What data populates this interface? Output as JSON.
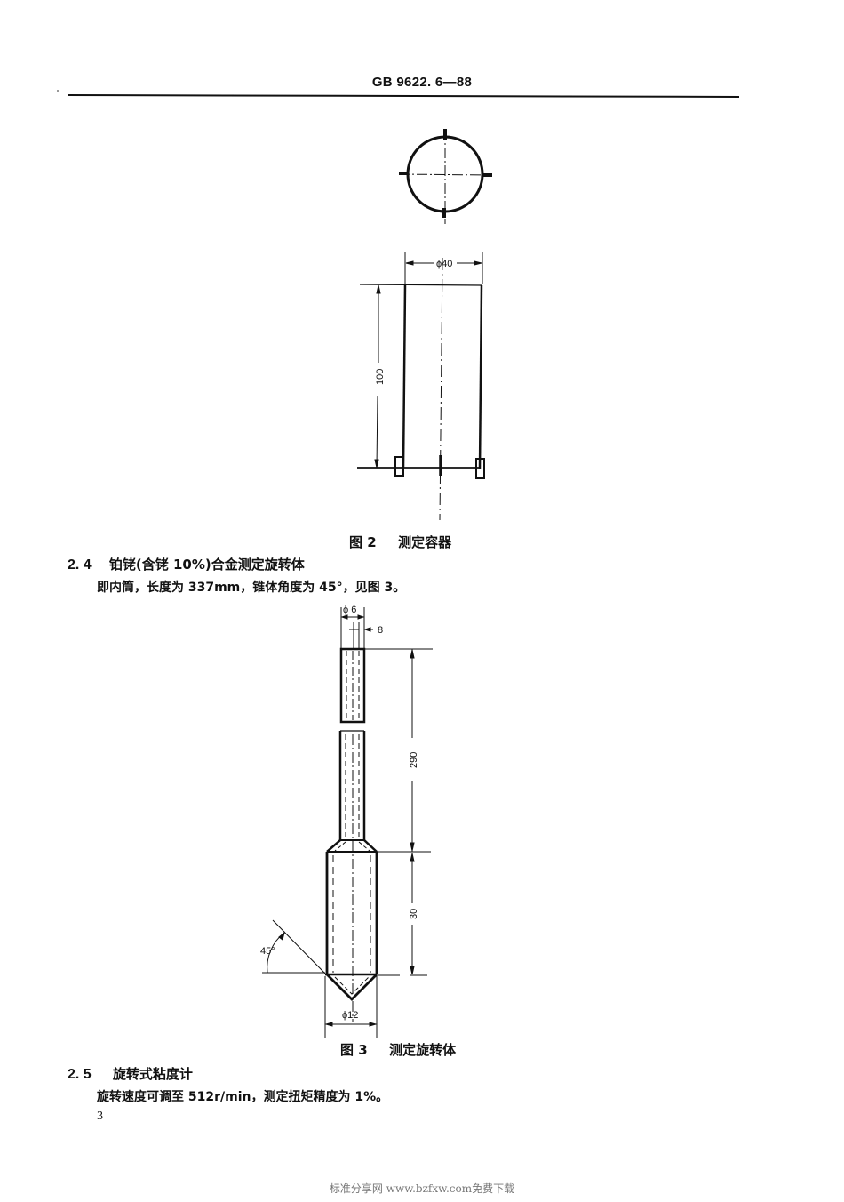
{
  "header": {
    "standard_code": "GB 9622. 6—88"
  },
  "figure2": {
    "caption_num": "图 2",
    "caption_title": "测定容器",
    "dimensions": {
      "diameter": "ϕ40",
      "height": "100"
    }
  },
  "section_2_4": {
    "number": "2. 4",
    "title": "铂铑(含铑 10%)合金测定旋转体",
    "body": "即内筒，长度为 337mm，锥体角度为 45°，见图 3。"
  },
  "figure3": {
    "caption_num": "图 3",
    "caption_title": "测定旋转体",
    "dimensions": {
      "shaft_diameter": "ϕ 6",
      "inner_width": "8",
      "shaft_length": "290",
      "body_length": "30",
      "cone_angle": "45°",
      "body_diameter": "ϕ12"
    }
  },
  "section_2_5": {
    "number": "2. 5",
    "title": "旋转式粘度计",
    "body": "旋转速度可调至 512r/min，测定扭矩精度为 1%。"
  },
  "page": {
    "number": "3"
  },
  "footer": {
    "watermark": "标准分享网 www.bzfxw.com免费下载"
  }
}
